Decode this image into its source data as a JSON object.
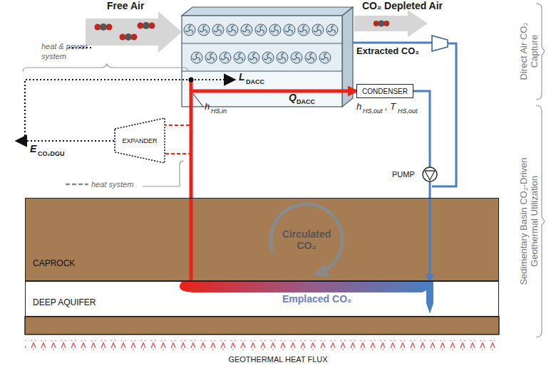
{
  "diagram": {
    "nodes": [
      {
        "text": [
          "CAPROCK"
        ]
      },
      {
        "text": [
          "DEEP AQUIFER",
          "Emplaced CO₂"
        ]
      },
      {
        "text": [
          "CONDENSER"
        ]
      },
      {
        "text": [
          "EXPANDER"
        ]
      },
      {
        "text": [
          "PUMP"
        ]
      }
    ],
    "edges": [
      {
        "from": 2,
        "to": 4,
        "arrow": "none"
      },
      {
        "from": 4,
        "to": 1,
        "arrow": "to"
      },
      {
        "from": 1,
        "to": 2,
        "arrow": "to"
      }
    ],
    "labels": [
      "Free Air",
      "CO₂ Depleted Air",
      "Extracted CO₂",
      "L",
      "DACC",
      "Q",
      "DACC",
      "h",
      "HS,in",
      "h",
      "HS,out",
      ", T",
      "HS,out",
      "E",
      "CO₂DGU",
      "Circulated CO₂",
      "GEOTHERMAL HEAT FLUX",
      "Direct Air CO₂ Capture",
      "Sedimentary Basin CO₂-Driven Geothermal Utilization"
    ],
    "legend": [
      {
        "text": "heat & power system"
      },
      {
        "text": "heat system"
      }
    ]
  }
}
